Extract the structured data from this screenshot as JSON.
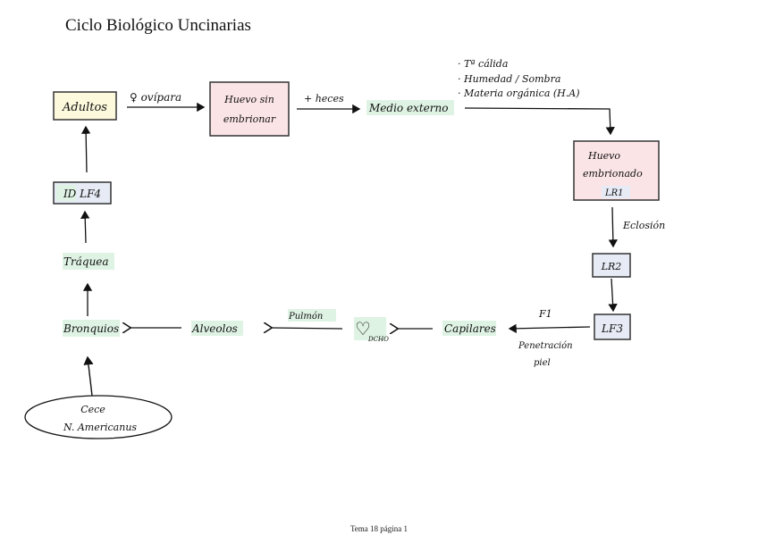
{
  "page": {
    "title": "Ciclo Biológico Uncinarias",
    "footer": "Tema 18 página 1"
  },
  "colors": {
    "yellow_box": "#fdf9dc",
    "pink_box": "#fbe4e6",
    "blue_box": "#e6ebf5",
    "green_highlight": "#dff3e4",
    "ink": "#111111"
  },
  "diagram": {
    "nodes": {
      "adultos": "Adultos",
      "huevo_sin_1": "Huevo sin",
      "huevo_sin_2": "embrionar",
      "medio_externo": "Medio externo",
      "huevo_emb_1": "Huevo",
      "huevo_emb_2": "embrionado",
      "huevo_emb_3": "LR1",
      "lr2": "LR2",
      "lf3": "LF3",
      "capilares": "Capilares",
      "corazon": "♡",
      "corazon_sub": "DCHO",
      "alveolos": "Alveolos",
      "bronquios": "Bronquios",
      "traquea": "Tráquea",
      "id_lf4": "ID LF4",
      "origen_1": "Cece",
      "origen_2": "N. Americanus"
    },
    "edge_labels": {
      "ovipara": "♀ ovípara",
      "heces": "+ heces",
      "eclosion": "Eclosión",
      "f1": "F1",
      "penetracion_1": "Penetración",
      "penetracion_2": "piel",
      "pulmon": "Pulmón"
    },
    "conditions": [
      "· Tª cálida",
      "· Humedad / Sombra",
      "· Materia orgánica (H.A)"
    ]
  }
}
